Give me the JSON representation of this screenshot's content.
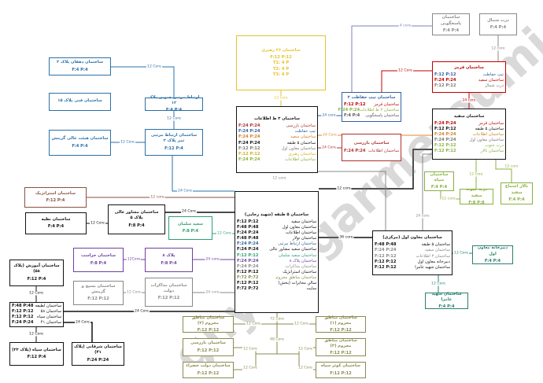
{
  "watermark": "ghyamgarmeroumi",
  "boxes": {
    "yellow_rahbari": {
      "color": "#e6c229",
      "title": "ساختمان ۳۶ رهبری",
      "lines": [
        "F:12 P:12",
        "T1: 4 P",
        "T2: 4 P",
        "T3: 4 P"
      ]
    },
    "info3": {
      "color": "#111111",
      "title": "ساختمان ۳ ط اطلاعات",
      "rows": [
        {
          "label": "ساختمان بازرسی",
          "value": "F:24 P:24",
          "color": "#b03030"
        },
        {
          "label": "تیپ حفاظت",
          "value": "F:24 P:24",
          "color": "#3060a0"
        },
        {
          "label": "ساختمان سفید",
          "value": "F:24 P:24",
          "color": "#d08020"
        },
        {
          "label": "ساختمان ۵ طبقه",
          "value": "F:24 P:24",
          "color": "#111111"
        },
        {
          "label": "ساختمان معاون اول",
          "value": "F:12 P:12",
          "color": "#777777"
        },
        {
          "label": "ساختمان رهبری",
          "value": "F:12 P:12",
          "color": "#d0b020"
        },
        {
          "label": "ساختمان اطلاعات",
          "value": "F:24 P:24",
          "color": "#8ab040"
        }
      ]
    },
    "tip": {
      "color": "#3060a0",
      "title": "ساختمان تیپ حفاظت ۲",
      "rows": [
        {
          "label": "ساختمان قرمز",
          "value": "F:12 P:12",
          "color": "#c00000"
        },
        {
          "label": "ساختمان ۳ ط اطلاعات",
          "value": "F:24 P:24",
          "color": "#8ab040"
        },
        {
          "label": "ساختمان پاسخگویی",
          "value": "F:4 P:4",
          "color": "#555555"
        }
      ]
    },
    "bazrasi": {
      "color": "#b03030",
      "title": "ساختمان بازرسی",
      "rows": [
        {
          "label": "ساختمان اطلاعات",
          "value": "F:24 P:24",
          "color": "#b03030"
        }
      ]
    },
    "pasokh": {
      "color": "#888888",
      "title": "ساختمان پاسخگویی",
      "lines": [
        "F:4 P:4"
      ]
    },
    "shomal": {
      "color": "#888888",
      "title": "درب شمال",
      "lines": [
        "F:4 P:4"
      ]
    },
    "ghermez": {
      "color": "#c00000",
      "title": "ساختمان قرمز",
      "rows": [
        {
          "label": "تیپ حفاظت",
          "value": "F:12 P:12",
          "color": "#3060a0"
        },
        {
          "label": "ساختمان سفید",
          "value": "F:24 P:24",
          "color": "#c00000"
        },
        {
          "label": "درب شمال",
          "value": "F:12 P:12",
          "color": "#777777"
        }
      ]
    },
    "sefid": {
      "color": "#111111",
      "title": "ساختمان سفید",
      "rows": [
        {
          "label": "ساختمان قرمز",
          "value": "F:24 P:24",
          "color": "#c00000"
        },
        {
          "label": "ساختمان ۵ طبقه",
          "value": "F:12 P:12",
          "color": "#111111"
        },
        {
          "label": "ساختمان اطلاعات",
          "value": "F:24 P:24",
          "color": "#d08020"
        },
        {
          "label": "ساختمان معاون اول",
          "value": "F:24 P:24",
          "color": "#777777"
        },
        {
          "label": "درب جنوب",
          "value": "F:12 P:12",
          "color": "#8ab040"
        },
        {
          "label": "ساختمان تالار",
          "value": "F:12 P:12",
          "color": "#8ab040"
        }
      ]
    },
    "sepah_g": {
      "color": "#8ab040",
      "title": "ساختمان سپاه",
      "lines": [
        "F:4 P:4"
      ]
    },
    "jonub": {
      "color": "#8ab040",
      "title": "درب جنوب سفید",
      "lines": [
        "F:8 P:8"
      ]
    },
    "talar": {
      "color": "#8ab040",
      "title": "تالار اجتماع سفید",
      "lines": [
        "F:4 P:4"
      ]
    },
    "main": {
      "color": "#111111",
      "title": "ساختمان ۵ طبقه (شهید رجایی)",
      "rows": [
        {
          "label": "ساختمان سفید",
          "value": "F:12 P:12",
          "color": "#111111"
        },
        {
          "label": "ساختمان معاون اول",
          "value": "F:48 P:48",
          "color": "#111111"
        },
        {
          "label": "ساختمان اطلاعات",
          "value": "F:24 P:24",
          "color": "#111111"
        },
        {
          "label": "ساختمان تولار",
          "value": "F:48 P:48",
          "color": "#111111"
        },
        {
          "label": "ساختمان ارتباط مرتبی",
          "value": "F:24 P:24",
          "color": "#3060a0"
        },
        {
          "label": "ساختمان سعید مشاور عالی",
          "value": "F:24 P:24",
          "color": "#111111"
        },
        {
          "label": "ساختمان سعید سلمان",
          "value": "F:12 P:12",
          "color": "#2aa070"
        },
        {
          "label": "ساختمان پلاک ۸",
          "value": "F:24 P:24",
          "color": "#7040a0"
        },
        {
          "label": "ساختمان مذاکرات",
          "value": "F:24 P:24",
          "color": "#888888"
        },
        {
          "label": "ساختمان استراتژیک",
          "value": "F:12 P:12",
          "color": "#111111"
        },
        {
          "label": "ساختمان مناطق محروم",
          "value": "F:72 P:72",
          "color": "#8a8a50"
        },
        {
          "label": "سالن مخابرات (بخش)",
          "value": "F:12 P:12",
          "color": "#111111"
        },
        {
          "label": "سایت",
          "value": "F:72 P:72",
          "color": "#111111"
        }
      ]
    },
    "moaven": {
      "color": "#111111",
      "title": "ساختمان معاون اول (مرکزی)",
      "rows": [
        {
          "label": "ساختمان ۵ طبقه",
          "value": "F:48 P:48",
          "color": "#111111"
        },
        {
          "label": "ساختمان سفید",
          "value": "F:24 P:24",
          "color": "#888888"
        },
        {
          "label": "ساختمان ۳ اطلاعات",
          "value": "F:12 P:12",
          "color": "#888888"
        },
        {
          "label": "دبیرخانه معاون اول",
          "value": "F:12 P:12",
          "color": "#111111"
        },
        {
          "label": "ساختمان شهید غامرا",
          "value": "F:12 P:12",
          "color": "#111111"
        }
      ]
    },
    "dabir": {
      "color": "#2a8070",
      "title": "دبیرخانه معاون اول",
      "lines": [
        "F:4 P:4"
      ]
    },
    "ghamra": {
      "color": "#2a8070",
      "title": "ساختمان شهید غامرا",
      "lines": [
        "F:4 P:4"
      ]
    },
    "dehghan": {
      "color": "#2a70a8",
      "title": "ساختمان دهقان پلاک ۲",
      "lines": [
        "F:4 P:4"
      ]
    },
    "fani": {
      "color": "#2a70a8",
      "title": "ساختمان فنی پلاک ۱۵",
      "lines": []
    },
    "ertebat12": {
      "color": "#2a70a8",
      "title": "ارتباط مرتبی جنوبی پلاک ۱۲",
      "lines": [
        "F:4 P:4"
      ]
    },
    "heyat": {
      "color": "#2a70a8",
      "title": "ساختمان هیئت عالی گزینش",
      "lines": [
        "F:4 P:4"
      ]
    },
    "ertebat2": {
      "color": "#2a70a8",
      "title": "ساختمان ارتباط مرتبی ثمر پلاک ۲",
      "lines": [
        "F:12 P:4"
      ]
    },
    "estrategic": {
      "color": "#8a5040",
      "title": "ساختمان استراتژیک",
      "lines": [
        "F:12 P:4"
      ]
    },
    "nazie": {
      "color": "#111111",
      "title": "ساختمان نظیه",
      "lines": [
        "F:4 P:4"
      ]
    },
    "moshaver": {
      "color": "#111111",
      "title": "ساختمان مشاور عالی پلاک ۵",
      "lines": [
        "F:8 P:4"
      ]
    },
    "salman": {
      "color": "#2aa070",
      "title": "سعید سلمان",
      "lines": [
        "F:8 P:4"
      ]
    },
    "herasat": {
      "color": "#7040a0",
      "title": "ساختمان حراست",
      "lines": [
        "F:8 P:4"
      ]
    },
    "pelak8": {
      "color": "#7040a0",
      "title": "پلاک ۸",
      "lines": [
        "F:8 P:4"
      ]
    },
    "basij": {
      "color": "#888888",
      "title": "ساختمان بسیج و گزینش",
      "lines": [
        "F:12 P:12"
      ]
    },
    "mozakerat": {
      "color": "#888888",
      "title": "ساختمان مذاکرات دولت",
      "lines": [
        "F:12 P:12"
      ]
    },
    "amuzesh": {
      "color": "#111111",
      "title": "ساختمان آموزش (پلاک ۵۸)",
      "lines": [
        "F:12 P:4"
      ]
    },
    "latife": {
      "color": "#111111",
      "title": "",
      "rows": [
        {
          "label": "ساختمان لطیفه",
          "value": "F:48 P:48",
          "color": "#111111"
        },
        {
          "label": "ساختمان ۵۸",
          "value": "F:12 P:12",
          "color": "#111111"
        },
        {
          "label": "ساختمان سپاه",
          "value": "F:12 P:12",
          "color": "#111111"
        },
        {
          "label": "ساختمان ۴۱",
          "value": "F:24 P:24",
          "color": "#111111"
        }
      ]
    },
    "sepah22": {
      "color": "#111111",
      "title": "ساختمان سپاه (پلاک ۲۲)",
      "lines": [
        "F:12 P:4"
      ]
    },
    "sharghani": {
      "color": "#111111",
      "title": "ساختمان شرقانی (پلاک ۴۱)",
      "lines": [
        "F:24 P:24"
      ]
    },
    "mahrum2": {
      "color": "#8a8a50",
      "title": "ساختمان مناطق محروم (۲)",
      "lines": [
        "F:12 P:12"
      ]
    },
    "bazrasi2": {
      "color": "#8a8a50",
      "title": "ساختمان بازرسی",
      "lines": [
        "F:12 P:12"
      ]
    },
    "dolat": {
      "color": "#8a8a50",
      "title": "ساختمان دولت خضراء",
      "lines": [
        "F:12 P:12"
      ]
    },
    "mahrum1": {
      "color": "#8a8a50",
      "title": "ساختمان مناطق محروم (۱)",
      "lines": [
        "F:12 P:12"
      ]
    },
    "mahrum3": {
      "color": "#8a8a50",
      "title": "ساختمان مناطق محروم (۳)",
      "lines": [
        "F:12 P:12"
      ]
    },
    "kowsar": {
      "color": "#8a8a50",
      "title": "ساختمان کوثر سپاه",
      "lines": [
        "F:12 P:12"
      ]
    }
  },
  "links": [
    {
      "label": "12 core",
      "color": "#e6c229"
    },
    {
      "label": "24 core",
      "color": "#3060a0"
    },
    {
      "label": "24 Core",
      "color": "#b03030"
    },
    {
      "label": "24 Core",
      "color": "#e08a2a"
    },
    {
      "label": "4 core",
      "color": "#7a86b8"
    },
    {
      "label": "12 Core",
      "color": "#c00000"
    },
    {
      "label": "12 core",
      "color": "#888888"
    },
    {
      "label": "24 core",
      "color": "#c00000"
    },
    {
      "label": "12 core",
      "color": "#111111"
    },
    {
      "label": "24 core",
      "color": "#888888"
    },
    {
      "label": "12 core",
      "color": "#888888"
    },
    {
      "label": "12 core",
      "color": "#8ab040"
    },
    {
      "label": "12 core",
      "color": "#8ab040"
    },
    {
      "label": "12 core",
      "color": "#8ab040"
    },
    {
      "label": "12 Core",
      "color": "#2a8070"
    },
    {
      "label": "12 Core",
      "color": "#2a8070"
    },
    {
      "label": "36 core",
      "color": "#111111"
    },
    {
      "label": "12 Core",
      "color": "#2a70a8"
    },
    {
      "label": "12 Core",
      "color": "#2a70a8"
    },
    {
      "label": "12 Core",
      "color": "#2a70a8"
    },
    {
      "label": "24 Core",
      "color": "#2a70a8"
    },
    {
      "label": "12 core",
      "color": "#8a5040"
    },
    {
      "label": "12 Core",
      "color": "#111111"
    },
    {
      "label": "24 Core",
      "color": "#111111"
    },
    {
      "label": "12 Core",
      "color": "#2aa070"
    },
    {
      "label": "12Core",
      "color": "#7040a0"
    },
    {
      "label": "24 core",
      "color": "#7040a0"
    },
    {
      "label": "12 Core",
      "color": "#888888"
    },
    {
      "label": "24 core",
      "color": "#888888"
    },
    {
      "label": "24 Core",
      "color": "#111111"
    },
    {
      "label": "24 Core",
      "color": "#111111"
    },
    {
      "label": "12 Core",
      "color": "#111111"
    },
    {
      "label": "12 Core",
      "color": "#111111"
    },
    {
      "label": "72 Core",
      "color": "#8a8a50"
    },
    {
      "label": "48 Core",
      "color": "#8a8a50"
    },
    {
      "label": "12 Core",
      "color": "#8a8a50"
    },
    {
      "label": "12 Core",
      "color": "#8a8a50"
    },
    {
      "label": "12 Core",
      "color": "#8a8a50"
    },
    {
      "label": "12 Core",
      "color": "#8a8a50"
    },
    {
      "label": "12 Core",
      "color": "#8a8a50"
    },
    {
      "label": "12 Core",
      "color": "#8a8a50"
    }
  ]
}
